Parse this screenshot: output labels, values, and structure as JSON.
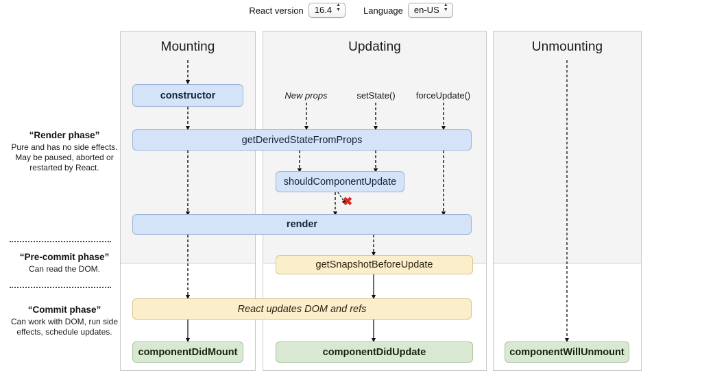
{
  "controls": {
    "react_version_label": "React version",
    "react_version_value": "16.4",
    "language_label": "Language",
    "language_value": "en-US",
    "stepper_up": "▲",
    "stepper_down": "▼"
  },
  "columns": [
    {
      "title": "Mounting"
    },
    {
      "title": "Updating"
    },
    {
      "title": "Unmounting"
    }
  ],
  "phases": [
    {
      "title": "“Render phase”",
      "body": "Pure and has no side effects. May be paused, aborted or restarted by React."
    },
    {
      "title": "“Pre-commit phase”",
      "body": "Can read the DOM."
    },
    {
      "title": "“Commit phase”",
      "body": "Can work with DOM, run side effects, schedule updates."
    }
  ],
  "triggers": [
    {
      "label": "New props"
    },
    {
      "label": "setState()"
    },
    {
      "label": "forceUpdate()"
    }
  ],
  "nodes": {
    "constructor": "constructor",
    "get_derived_state_from_props": "getDerivedStateFromProps",
    "should_component_update": "shouldComponentUpdate",
    "render": "render",
    "get_snapshot_before_update": "getSnapshotBeforeUpdate",
    "react_updates_dom": "React updates DOM and refs",
    "component_did_mount": "componentDidMount",
    "component_did_update": "componentDidUpdate",
    "component_will_unmount": "componentWillUnmount"
  },
  "annotations": {
    "skip_update_x": "✖"
  },
  "colors": {
    "blue_fill": "#d4e3f7",
    "blue_border": "#9ab4d6",
    "yellow_fill": "#fbeecb",
    "yellow_border": "#d9c48b",
    "green_fill": "#d9e8d2",
    "green_border": "#a8c49c",
    "panel_shade": "#f4f4f4",
    "panel_border": "#c8c8c8",
    "x_red": "#d92b1c"
  }
}
